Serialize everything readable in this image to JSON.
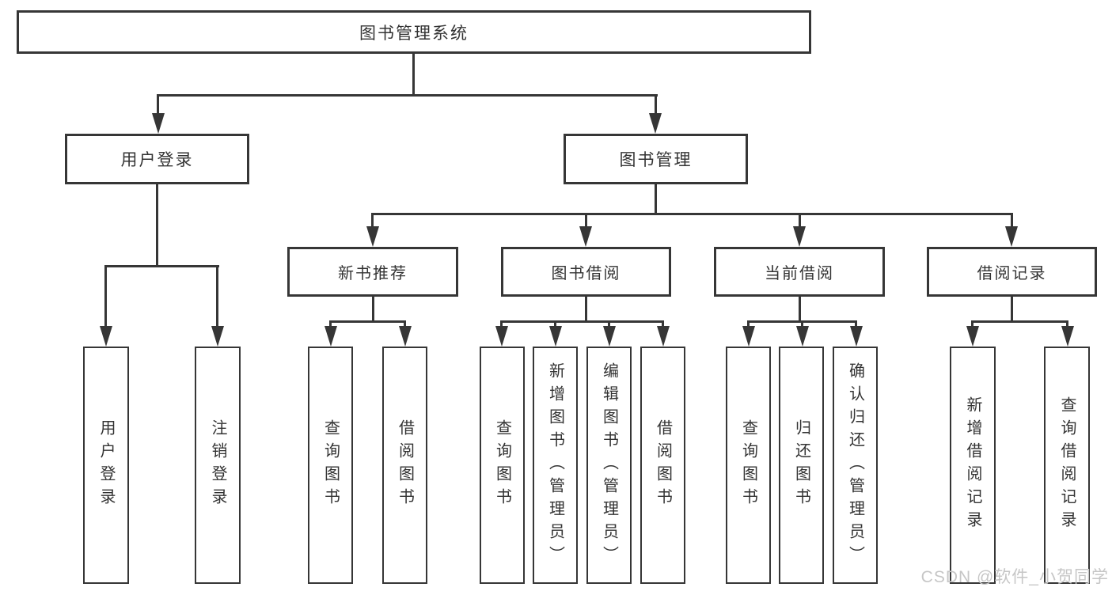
{
  "colors": {
    "line": "#363636",
    "text": "#333333",
    "background": "#ffffff",
    "watermark": "#c6c6c6"
  },
  "watermark": {
    "text": "CSDN @软件_小贺同学"
  },
  "diagram": {
    "root": {
      "label": "图书管理系统"
    },
    "user_branch": {
      "label": "用户登录",
      "children": [
        {
          "label": "用户登录"
        },
        {
          "label": "注销登录"
        }
      ]
    },
    "book_branch": {
      "label": "图书管理",
      "groups": [
        {
          "label": "新书推荐",
          "children": [
            {
              "label": "查询图书"
            },
            {
              "label": "借阅图书"
            }
          ]
        },
        {
          "label": "图书借阅",
          "children": [
            {
              "label": "查询图书"
            },
            {
              "label": "新增图书（管理员）"
            },
            {
              "label": "编辑图书（管理员）"
            },
            {
              "label": "借阅图书"
            }
          ]
        },
        {
          "label": "当前借阅",
          "children": [
            {
              "label": "查询图书"
            },
            {
              "label": "归还图书"
            },
            {
              "label": "确认归还（管理员）"
            }
          ]
        },
        {
          "label": "借阅记录",
          "children": [
            {
              "label": "新增借阅记录"
            },
            {
              "label": "查询借阅记录"
            }
          ]
        }
      ]
    }
  }
}
